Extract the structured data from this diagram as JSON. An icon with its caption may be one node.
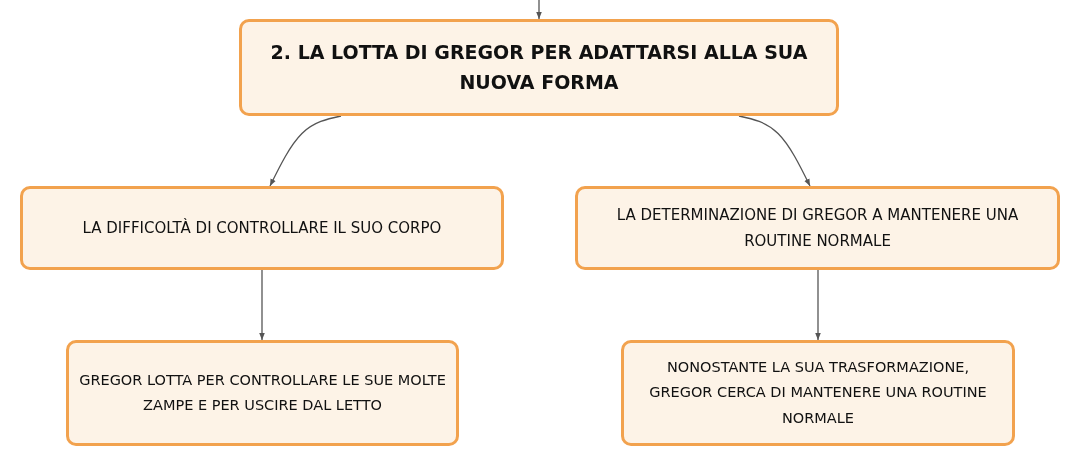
{
  "diagram": {
    "nodes": [
      {
        "text": [
          "2. LA LOTTA DI GREGOR PER ADATTARSI ALLA SUA NUOVA FORMA"
        ]
      },
      {
        "text": [
          "LA DIFFICOLTÀ DI CONTROLLARE IL SUO CORPO"
        ]
      },
      {
        "text": [
          "LA DETERMINAZIONE DI GREGOR A MANTENERE UNA ROUTINE NORMALE"
        ]
      },
      {
        "text": [
          "GREGOR LOTTA PER CONTROLLARE LE SUE MOLTE ZAMPE E PER USCIRE DAL LETTO"
        ]
      },
      {
        "text": [
          "NONOSTANTE LA SUA TRASFORMAZIONE, GREGOR CERCA DI MANTENERE UNA ROUTINE NORMALE"
        ]
      }
    ],
    "edges": [
      {
        "from": null,
        "to": 0,
        "arrow": "to"
      },
      {
        "from": 0,
        "to": 1,
        "arrow": "to"
      },
      {
        "from": 0,
        "to": 2,
        "arrow": "to"
      },
      {
        "from": 1,
        "to": 3,
        "arrow": "to"
      },
      {
        "from": 2,
        "to": 4,
        "arrow": "to"
      }
    ]
  }
}
